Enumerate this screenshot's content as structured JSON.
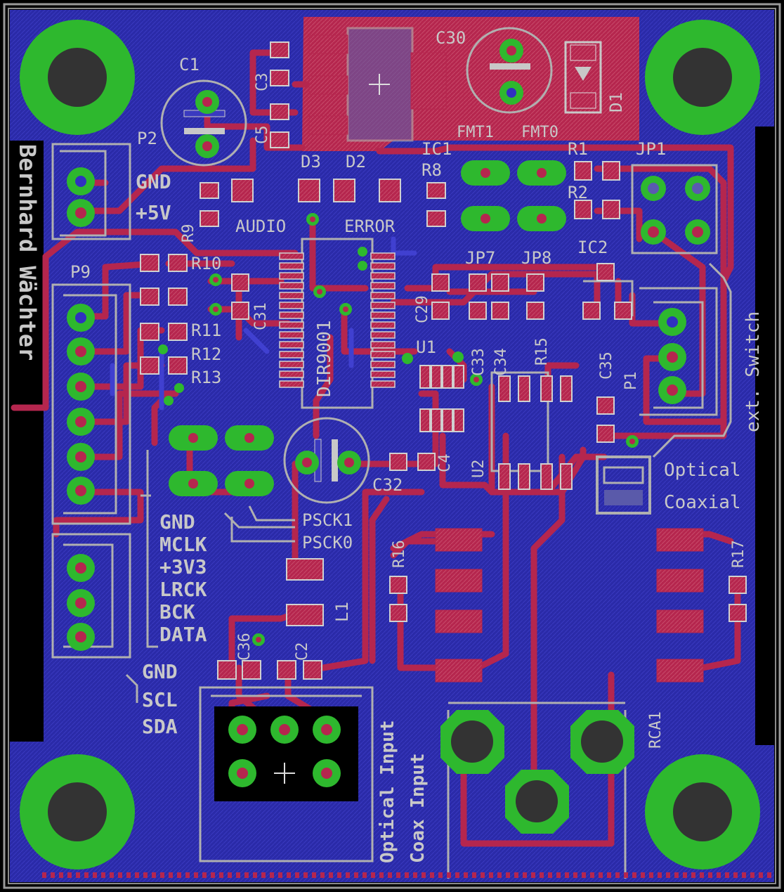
{
  "colors": {
    "background": "#000000",
    "board": "#2a2aa8",
    "copper_top": "#b5264e",
    "copper_bottom": "#3030c0",
    "pad": "#2eb82e",
    "silkscreen": "#c8c8c8",
    "outline": "#9a9a9a"
  },
  "board": {
    "author_vertical": "Bernhard Wächter",
    "side_label_vertical": "ext. Switch"
  },
  "components": {
    "c1": "C1",
    "c2": "C2",
    "c3": "C3",
    "c4": "C4",
    "c5": "C5",
    "c29": "C29",
    "c30": "C30",
    "c31": "C31",
    "c32": "C32",
    "c33": "C33",
    "c34": "C34",
    "c35": "C35",
    "c36": "C36",
    "d1": "D1",
    "d2": "D2",
    "d3": "D3",
    "ic1": "IC1",
    "ic2": "IC2",
    "ic_main": "DIR9001",
    "jp1": "JP1",
    "jp7": "JP7",
    "jp8": "JP8",
    "l1": "L1",
    "p1": "P1",
    "p2": "P2",
    "p9": "P9",
    "r1": "R1",
    "r2": "R2",
    "r8": "R8",
    "r9": "R9",
    "r10": "R10",
    "r11": "R11",
    "r12": "R12",
    "r13": "R13",
    "r15": "R15",
    "r16": "R16",
    "r17": "R17",
    "rca1": "RCA1",
    "u1": "U1",
    "u2": "U2",
    "fmt1": "FMT1",
    "fmt0": "FMT0"
  },
  "labels": {
    "gnd_top": "GND",
    "plus5v": "+5V",
    "audio": "AUDIO",
    "error": "ERROR",
    "psck1": "PSCK1",
    "psck0": "PSCK0",
    "optical": "Optical",
    "coaxial": "Coaxial",
    "optical_input": "Optical Input",
    "coax_input": "Coax Input"
  },
  "header_pins": [
    "GND",
    "MCLK",
    "+3V3",
    "LRCK",
    "BCK",
    "DATA"
  ],
  "i2c_pins": [
    "GND",
    "SCL",
    "SDA"
  ]
}
